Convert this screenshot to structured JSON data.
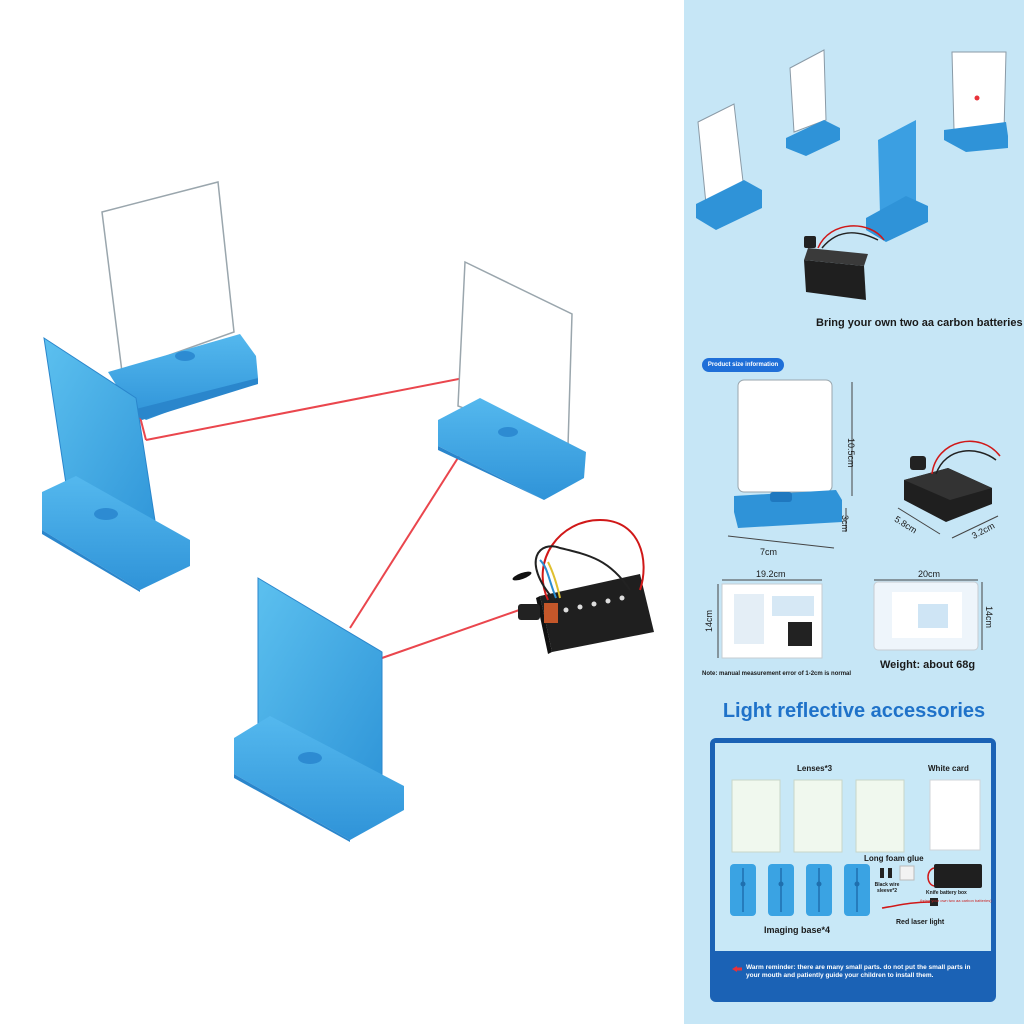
{
  "captions": {
    "batteries": "Bring your own two aa carbon batteries",
    "size_pill": "Product size information",
    "card_height": "10.5cm",
    "card_width": "7cm",
    "base_depth": "3cm",
    "battery_len": "5.8cm",
    "battery_w": "3.2cm",
    "manual_w": "19.2cm",
    "manual_h": "14cm",
    "bag_w": "20cm",
    "bag_h": "14cm",
    "weight": "Weight: about 68g",
    "note": "Note: manual measurement error of 1-2cm is normal"
  },
  "accessories": {
    "title": "Light reflective accessories",
    "lenses": "Lenses*3",
    "white_card": "White card",
    "foam_glue": "Long foam glue",
    "wire_sleeve": "Black wire sleeve*2",
    "battery_box": "Knife battery box",
    "battery_note": "(bring your own two aa carbon batteries)",
    "laser": "Red laser light",
    "imaging_base": "Imaging base*4",
    "warning": "Warm reminder: there are many small parts. do not put the small parts in your mouth and patiently guide your children to install them."
  },
  "colors": {
    "panel_bg": "#c6e6f6",
    "accent_blue": "#1f72c9",
    "base_blue": "#3aa3e3",
    "laser_red": "#e8323a"
  }
}
